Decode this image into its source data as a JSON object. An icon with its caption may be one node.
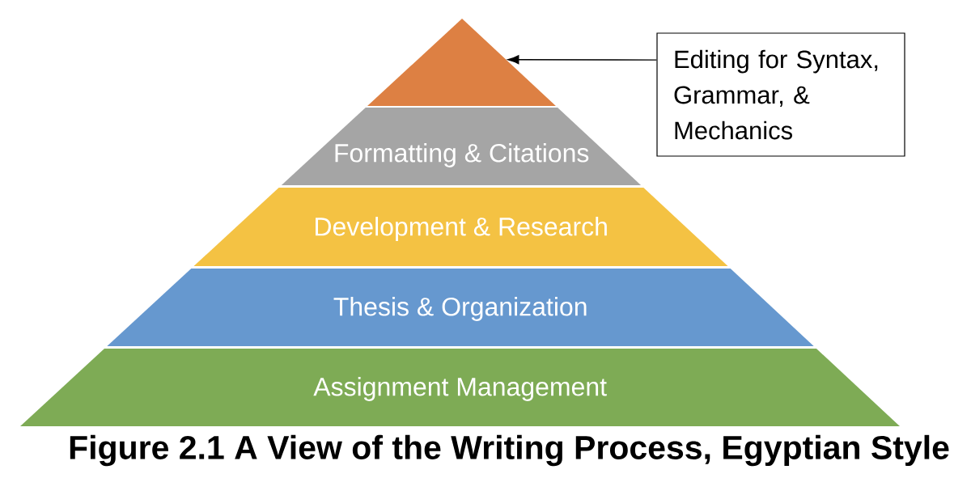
{
  "diagram": {
    "caption": "Figure 2.1 A View of the Writing Process, Egyptian Style",
    "nodes": [
      {
        "text": [],
        "shape": "triangle"
      },
      {
        "text": [
          "Formatting & Citations"
        ]
      },
      {
        "text": [
          "Development & Research"
        ]
      },
      {
        "text": [
          "Thesis & Organization"
        ]
      },
      {
        "text": [
          "Assignment Management"
        ]
      },
      {
        "text": [
          "Editing for Syntax, Grammar, & Mechanics"
        ]
      }
    ],
    "edges": [
      {
        "from": 5,
        "to": 0,
        "arrow": "to"
      }
    ]
  }
}
